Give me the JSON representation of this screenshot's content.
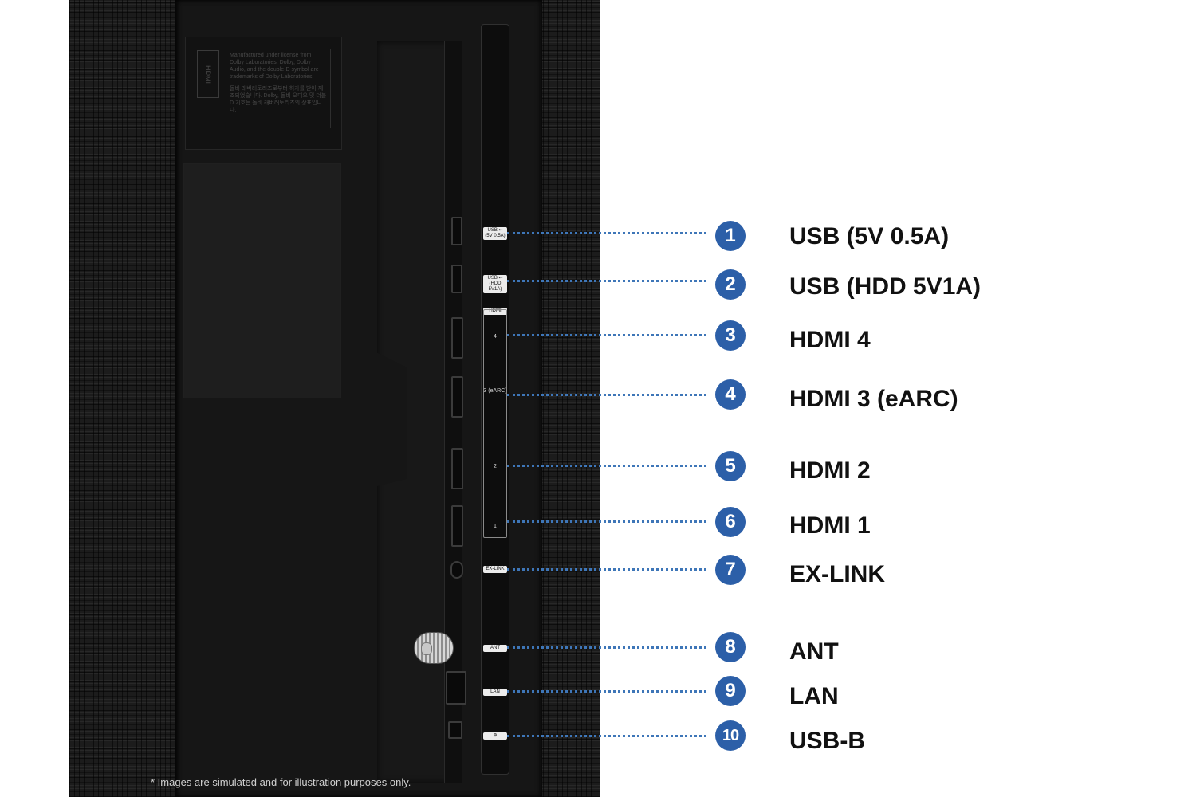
{
  "rear_label": {
    "logo_text": "HDMI",
    "english_text": "Manufactured under license from Dolby Laboratories. Dolby, Dolby Audio, and the double-D symbol are trademarks of Dolby Laboratories.",
    "korean_text": "돌비 래버러토리즈로부터 허가를 받아 제조되었습니다. Dolby, 돌비 오디오 및 더블 D 기호는 돌비 래버러토리즈의 상표입니다."
  },
  "strip": {
    "usb1_label": "USB ⇠ (5V 0.5A)",
    "usb2_label": "USB ⇠ (HDD 5V1A)",
    "hdmi_header": "HDMI",
    "hdmi4_num": "4",
    "hdmi3_num": "3 (eARC)",
    "hdmi2_num": "2",
    "hdmi1_num": "1",
    "exlink_label": "EX-LINK",
    "ant_label": "ANT",
    "lan_label": "LAN",
    "usbb_label": "⊕"
  },
  "callouts": [
    {
      "number": "1",
      "label": "USB (5V 0.5A)"
    },
    {
      "number": "2",
      "label": "USB (HDD 5V1A)"
    },
    {
      "number": "3",
      "label": "HDMI 4"
    },
    {
      "number": "4",
      "label": "HDMI 3 (eARC)"
    },
    {
      "number": "5",
      "label": "HDMI 2"
    },
    {
      "number": "6",
      "label": "HDMI 1"
    },
    {
      "number": "7",
      "label": "EX-LINK"
    },
    {
      "number": "8",
      "label": "ANT"
    },
    {
      "number": "9",
      "label": "LAN"
    },
    {
      "number": "10",
      "label": "USB-B"
    }
  ],
  "disclaimer": "* Images are simulated and for illustration purposes only.",
  "colors": {
    "badge": "#2c5fa8",
    "dotted_line": "#3e76b8",
    "panel": "#1c1c1c",
    "label_text": "#111111"
  }
}
